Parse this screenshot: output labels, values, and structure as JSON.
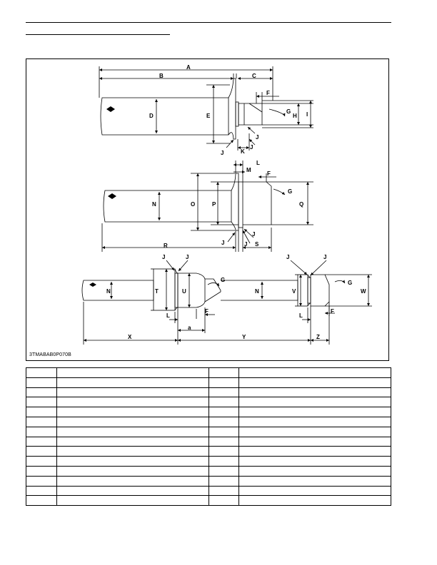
{
  "figure": {
    "code": "3TMABAB0P070B",
    "labels": {
      "A": "A",
      "B": "B",
      "C": "C",
      "D": "D",
      "E": "E",
      "F": "F",
      "G": "G",
      "H": "H",
      "I": "I",
      "J": "J",
      "K": "K",
      "L": "L",
      "M": "M",
      "N": "N",
      "O": "O",
      "P": "P",
      "Q": "Q",
      "R": "R",
      "S": "S",
      "T": "T",
      "U": "U",
      "V": "V",
      "W": "W",
      "X": "X",
      "Y": "Y",
      "Z": "Z",
      "a": "a"
    }
  },
  "table": {
    "rows": [
      [
        "",
        "",
        "",
        ""
      ],
      [
        "",
        "",
        "",
        ""
      ],
      [
        "",
        "",
        "",
        ""
      ],
      [
        "",
        "",
        "",
        ""
      ],
      [
        "",
        "",
        "",
        ""
      ],
      [
        "",
        "",
        "",
        ""
      ],
      [
        "",
        "",
        "",
        ""
      ],
      [
        "",
        "",
        "",
        ""
      ],
      [
        "",
        "",
        "",
        ""
      ],
      [
        "",
        "",
        "",
        ""
      ],
      [
        "",
        "",
        "",
        ""
      ],
      [
        "",
        "",
        "",
        ""
      ],
      [
        "",
        "",
        "",
        ""
      ],
      [
        "",
        "",
        "",
        ""
      ]
    ]
  }
}
